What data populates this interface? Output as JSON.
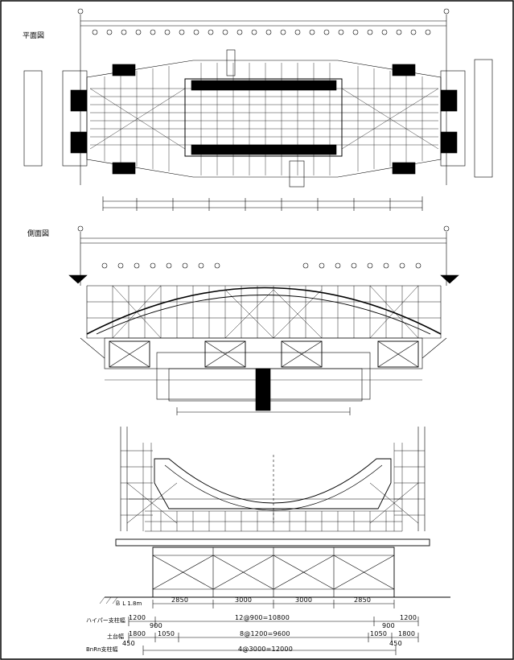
{
  "views": {
    "plan": {
      "title": "平面図"
    },
    "side": {
      "title": "側面図"
    }
  },
  "section": {
    "floor_label": "Ｂ L 1.8m",
    "span_dims": [
      "2850",
      "3000",
      "3000",
      "2850"
    ],
    "rows": [
      {
        "label": "ハイパー支柱幅",
        "values": [
          "1200",
          "12@900=10800",
          "1200"
        ],
        "extra": "900",
        "extra2": "900"
      },
      {
        "label": "土台幅",
        "values": [
          "1800",
          "1050",
          "8@1200=9600",
          "1050",
          "1800"
        ]
      },
      {
        "label": "BnRn支柱幅",
        "values": [
          "450",
          "4@3000=12000",
          "450"
        ]
      }
    ]
  },
  "colors": {
    "ink": "#000000",
    "paper": "#ffffff"
  }
}
